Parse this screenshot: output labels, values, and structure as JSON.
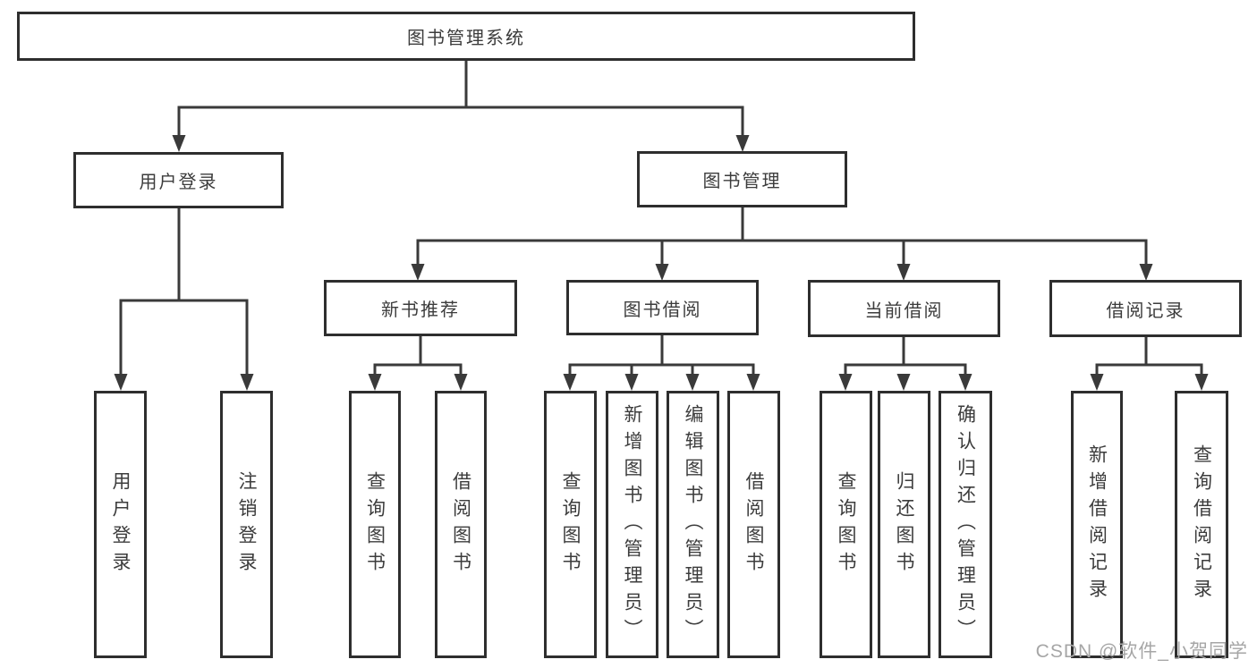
{
  "diagram": {
    "root": "图书管理系统",
    "branches": [
      {
        "label": "用户登录",
        "children": [
          {
            "label": "用户登录"
          },
          {
            "label": "注销登录"
          }
        ]
      },
      {
        "label": "图书管理",
        "children": [
          {
            "label": "新书推荐",
            "children": [
              {
                "label": "查询图书"
              },
              {
                "label": "借阅图书"
              }
            ]
          },
          {
            "label": "图书借阅",
            "children": [
              {
                "label": "查询图书"
              },
              {
                "label": "新增图书（管理员）"
              },
              {
                "label": "编辑图书（管理员）"
              },
              {
                "label": "借阅图书"
              }
            ]
          },
          {
            "label": "当前借阅",
            "children": [
              {
                "label": "查询图书"
              },
              {
                "label": "归还图书"
              },
              {
                "label": "确认归还（管理员）"
              }
            ]
          },
          {
            "label": "借阅记录",
            "children": [
              {
                "label": "新增借阅记录"
              },
              {
                "label": "查询借阅记录"
              }
            ]
          }
        ]
      }
    ]
  },
  "watermark": {
    "text": "CSDN @软件_小贺同学"
  },
  "colors": {
    "line": "#3a3a3a",
    "box_border": "#2e2e2e",
    "box_background": "#ffffff",
    "text": "#3c3c3c",
    "watermark": "#a6a6a6"
  }
}
